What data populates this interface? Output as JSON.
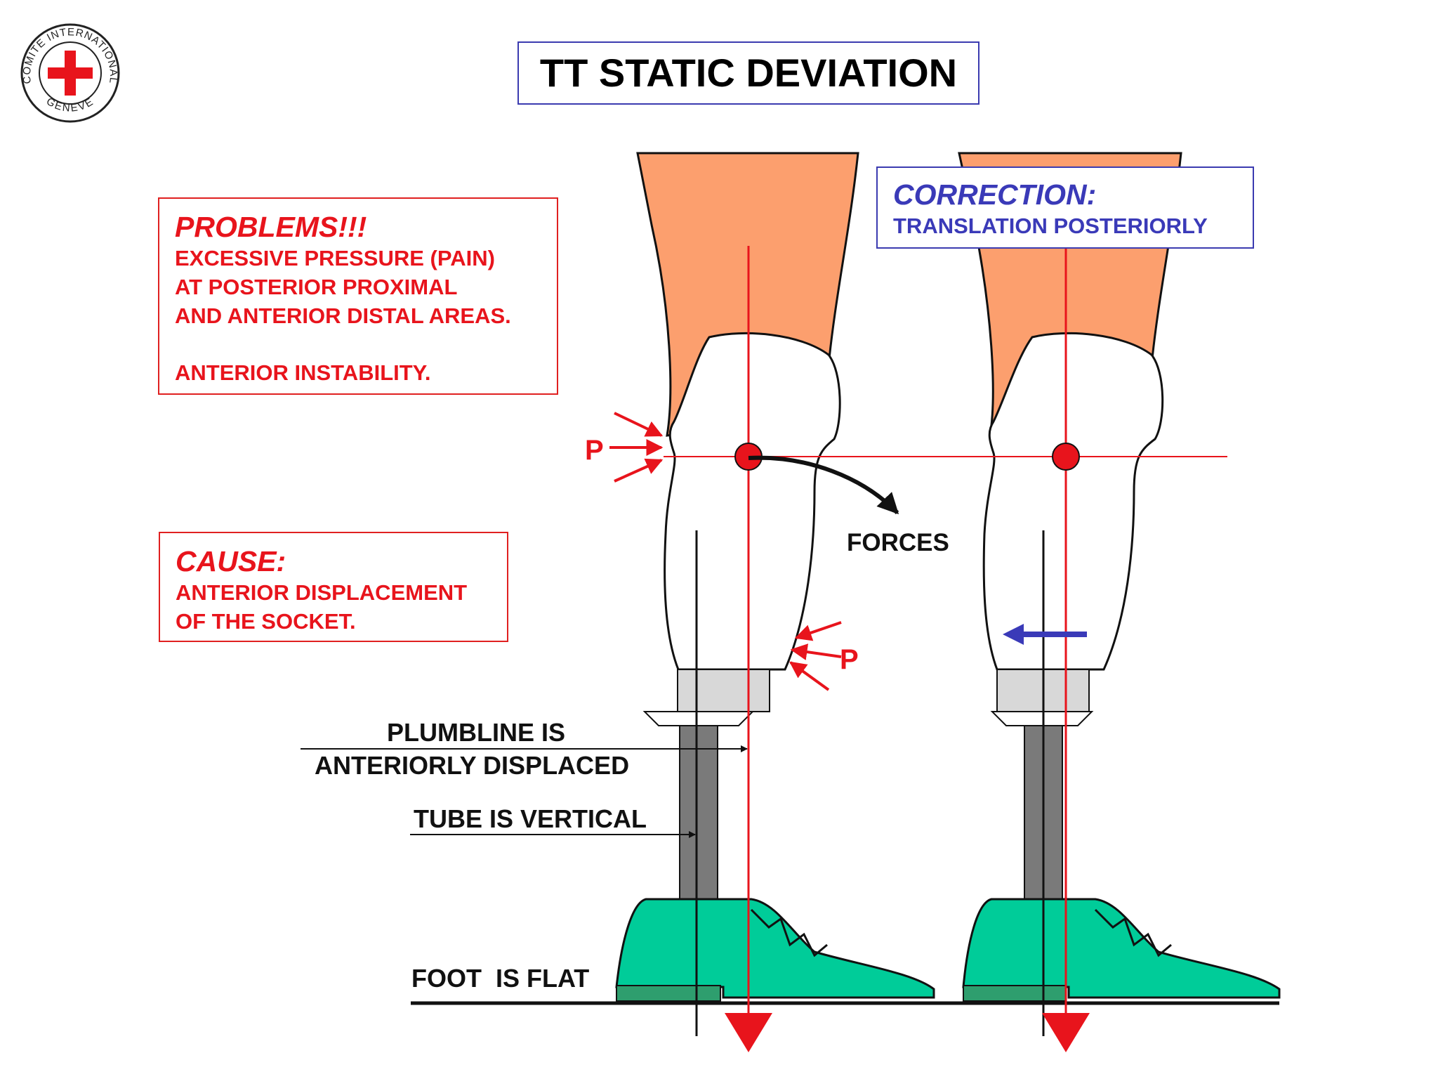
{
  "title": "TT STATIC DEVIATION",
  "logo": {
    "arc_text_top": "COMITE INTERNATIONAL",
    "arc_text_bottom": "GENEVE",
    "cross_color": "#e8141c"
  },
  "problems": {
    "heading": "PROBLEMS!!!",
    "lines": [
      "EXCESSIVE PRESSURE (PAIN)",
      "AT POSTERIOR PROXIMAL",
      "AND ANTERIOR DISTAL AREAS.",
      "ANTERIOR INSTABILITY."
    ]
  },
  "cause": {
    "heading": "CAUSE:",
    "lines": [
      "ANTERIOR DISPLACEMENT",
      "OF THE SOCKET."
    ]
  },
  "correction": {
    "heading": "CORRECTION:",
    "text": "TRANSLATION POSTERIORLY"
  },
  "labels": {
    "forces": "FORCES",
    "pressure_marker": "P",
    "plumbline_line1": "PLUMBLINE IS",
    "plumbline_line2": "ANTERIORLY DISPLACED",
    "tube": "TUBE IS VERTICAL",
    "foot": "FOOT  IS FLAT"
  },
  "colors": {
    "skin": "#fc9f6e",
    "shoe": "#00cc99",
    "shoe_sole": "#2e9e6e",
    "plumbline": "#e8141c",
    "correction_arrow": "#3a3ab8",
    "pylon": "#7a7a7a",
    "adapter": "#d8d8d8"
  }
}
